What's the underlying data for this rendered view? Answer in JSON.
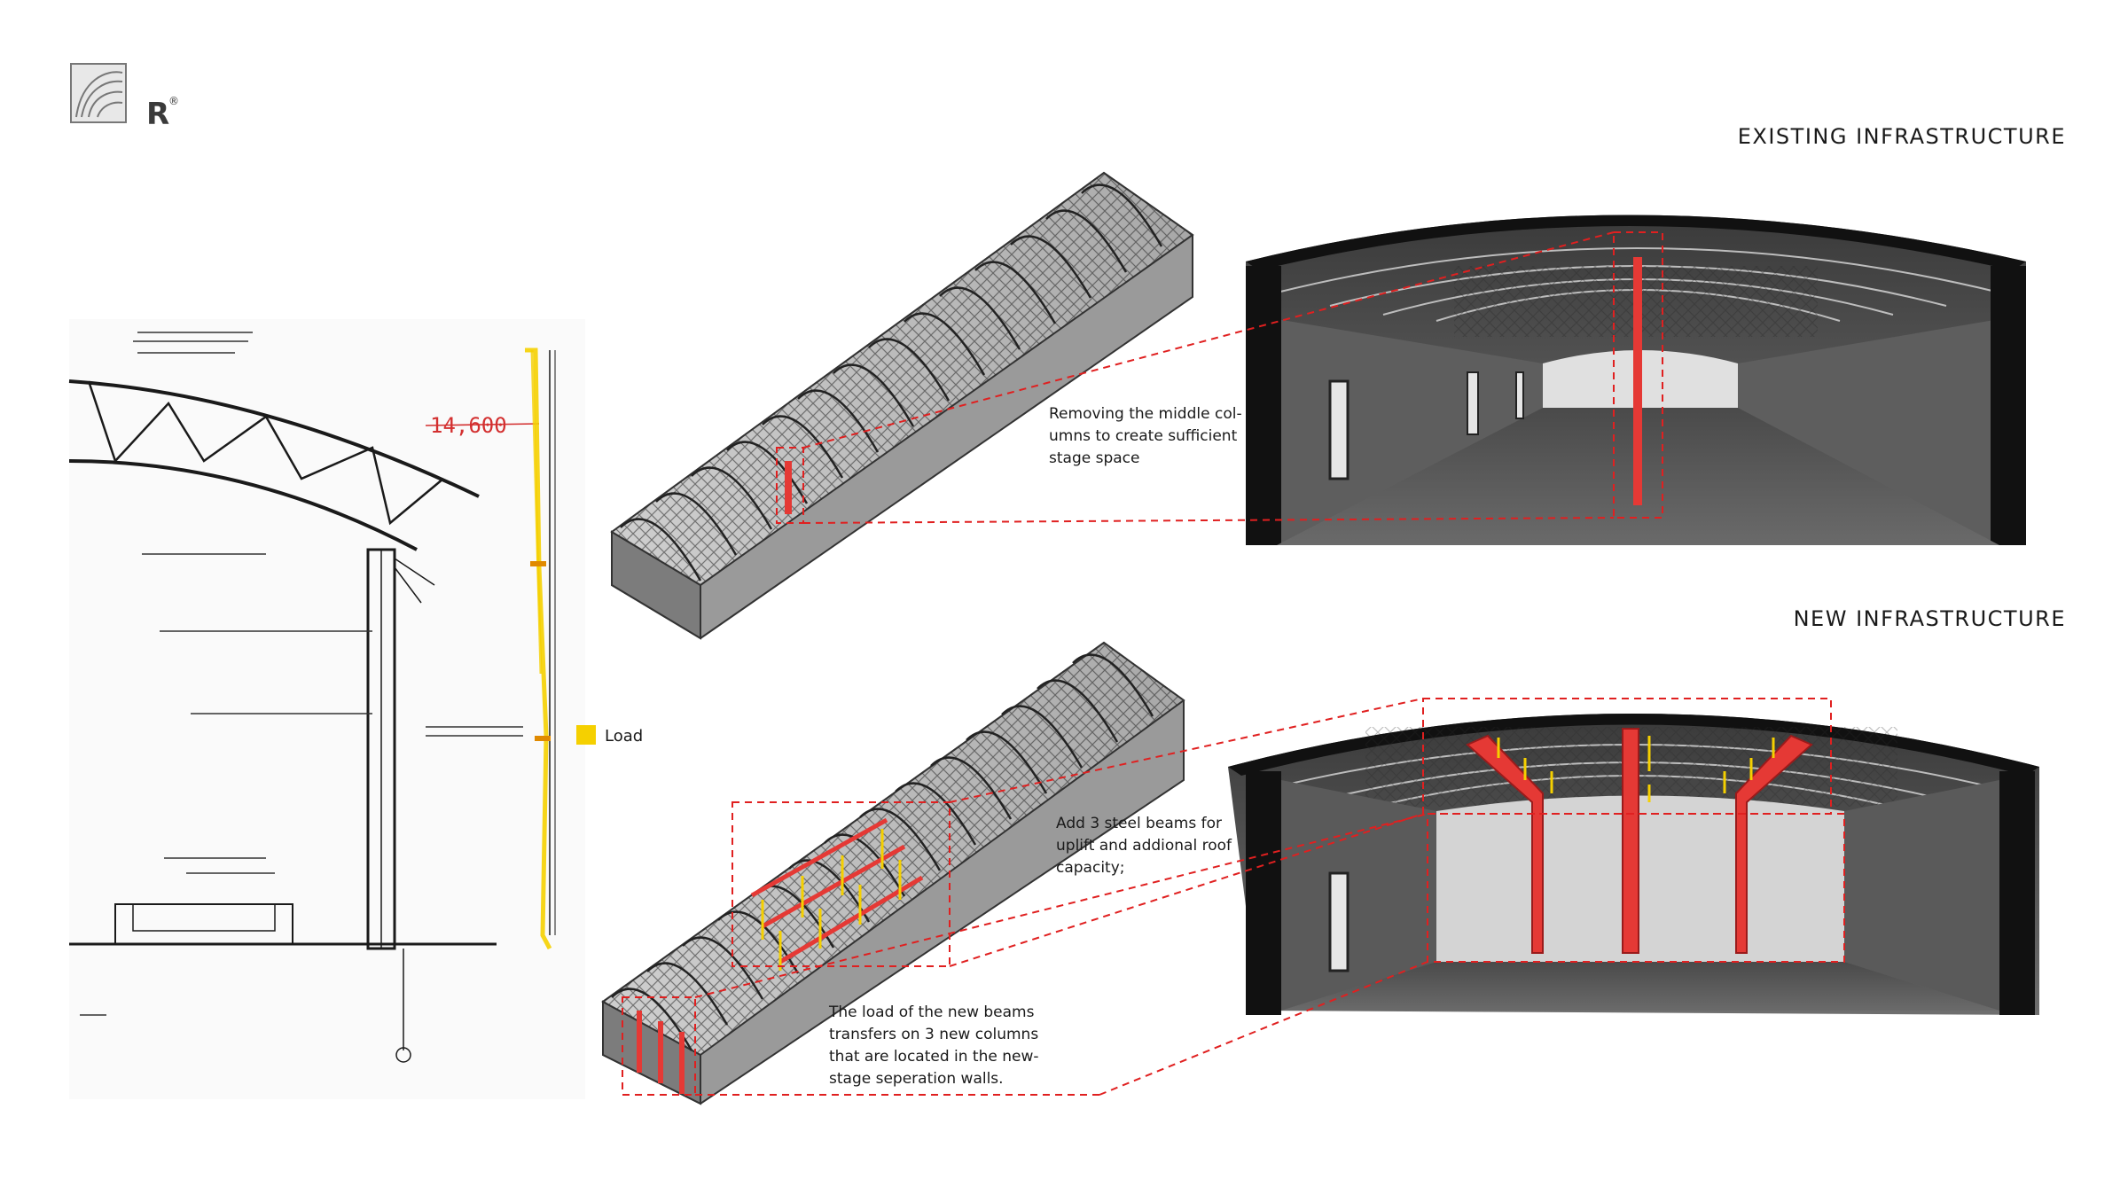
{
  "brand": {
    "mark": "R",
    "registered": "®"
  },
  "sections": {
    "existing_title": "EXISTING INFRASTRUCTURE",
    "new_title": "NEW INFRASTRUCTURE"
  },
  "notes": {
    "remove_columns": [
      "Removing the middle col-",
      "umns to create sufficient",
      "stage space"
    ],
    "add_beams": [
      "Add 3 steel beams for",
      "uplift and addional roof",
      "capacity;"
    ],
    "load_transfer": [
      "The load of the new beams",
      "transfers on 3 new columns",
      "that are located in the new-",
      "stage seperation walls."
    ]
  },
  "sketch": {
    "height_mark": "14,600",
    "legend_label": "Load",
    "legend_color": "#f5d000"
  },
  "colors": {
    "accent_red": "#e53935",
    "dash_red": "#e02020",
    "load_yellow": "#f5d000",
    "hall_dark": "#2b2b2b",
    "hall_mid": "#5a5a5a",
    "hall_light": "#d9d9d9"
  }
}
